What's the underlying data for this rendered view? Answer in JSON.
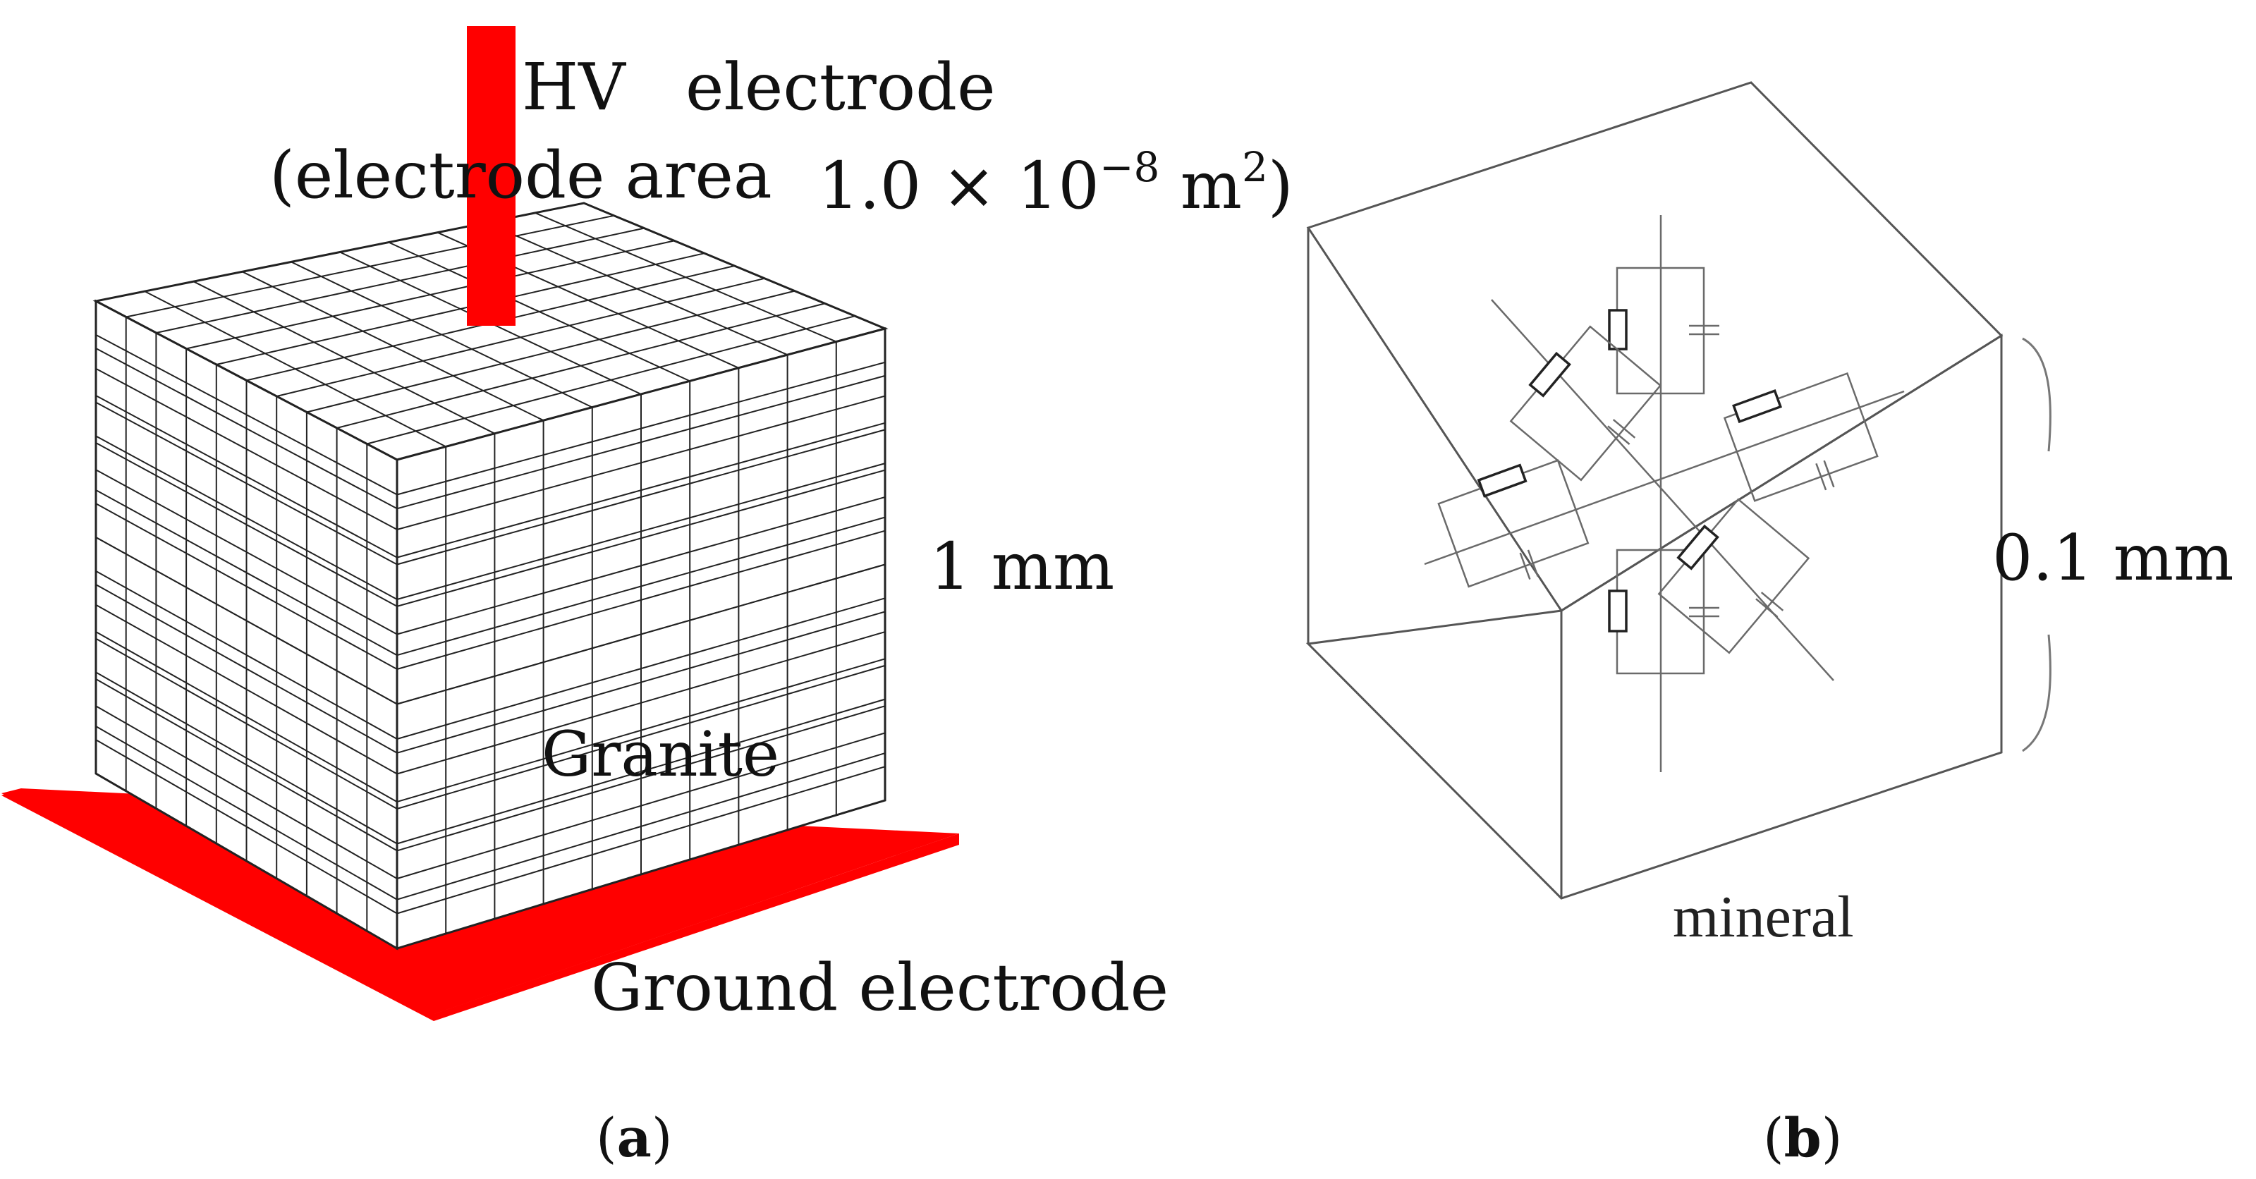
{
  "panel_a": {
    "hv_label": "HV",
    "electrode_label": "electrode",
    "electrode_area_label": "(electrode area",
    "electrode_area_value": "1.0 × 10",
    "electrode_area_exponent": "−8",
    "electrode_area_unit": " m",
    "electrode_area_unit_exponent": "2",
    "electrode_area_close": ")",
    "dimension_label": "1 mm",
    "material_label": "Granite",
    "ground_label": "Ground electrode",
    "caption_letter": "a",
    "electrode_color": "#ff0000",
    "grid_divisions": 10
  },
  "panel_b": {
    "dimension_label": "0.1 mm",
    "material_label": "mineral",
    "caption_letter": "b"
  },
  "caption_paren_open": "(",
  "caption_paren_close": ")"
}
